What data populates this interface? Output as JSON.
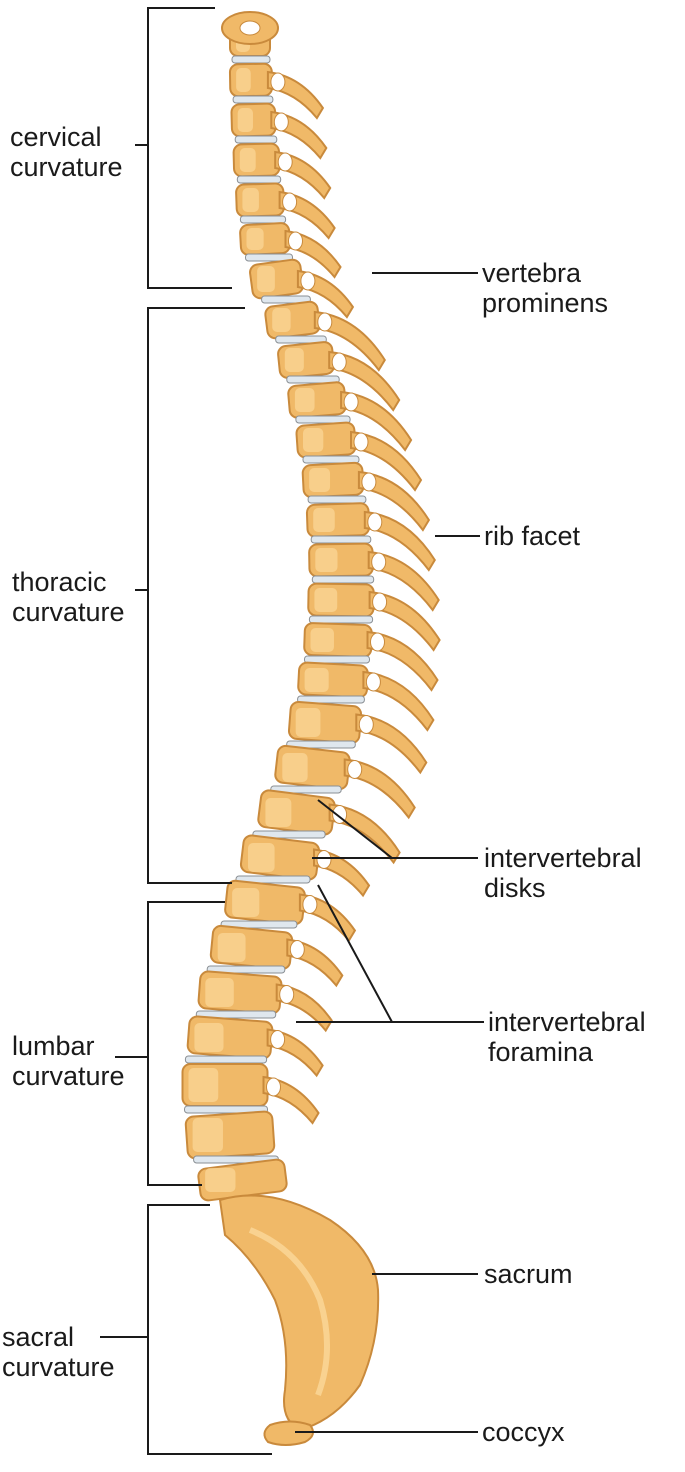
{
  "colors": {
    "bone": "#f0b968",
    "bone_light": "#fbd89a",
    "bone_dark": "#c98a3c",
    "disk": "#dfe7ee",
    "line": "#1a1a1a"
  },
  "regions": [
    {
      "id": "cervical",
      "lines": [
        "cervical",
        "curvature"
      ]
    },
    {
      "id": "thoracic",
      "lines": [
        "thoracic",
        "curvature"
      ]
    },
    {
      "id": "lumbar",
      "lines": [
        "lumbar",
        "curvature"
      ]
    },
    {
      "id": "sacral",
      "lines": [
        "sacral",
        "curvature"
      ]
    }
  ],
  "structures": [
    {
      "id": "vertebra-prominens",
      "lines": [
        "vertebra",
        "prominens"
      ]
    },
    {
      "id": "rib-facet",
      "lines": [
        "rib facet"
      ]
    },
    {
      "id": "intervertebral-disks",
      "lines": [
        "intervertebral",
        "disks"
      ]
    },
    {
      "id": "intervertebral-foramina",
      "lines": [
        "intervertebral",
        "foramina"
      ]
    },
    {
      "id": "sacrum",
      "lines": [
        "sacrum"
      ]
    },
    {
      "id": "coccyx",
      "lines": [
        "coccyx"
      ]
    }
  ]
}
